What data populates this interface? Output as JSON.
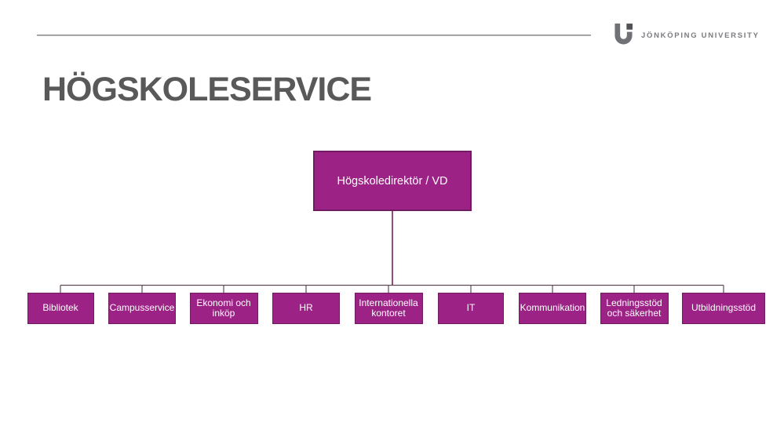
{
  "header": {
    "logo_text": "JÖNKÖPING UNIVERSITY",
    "logo_icon": "ju-monogram-icon"
  },
  "page_title": "HÖGSKOLESERVICE",
  "org_chart": {
    "root": {
      "label": "Högskoledirektör / VD"
    },
    "children": [
      {
        "label": "Bibliotek"
      },
      {
        "label": "Campusservice"
      },
      {
        "label": "Ekonomi och inköp"
      },
      {
        "label": "HR"
      },
      {
        "label": "Internationella kontoret"
      },
      {
        "label": "IT"
      },
      {
        "label": "Kommunikation"
      },
      {
        "label": "Ledningsstöd och säkerhet"
      },
      {
        "label": "Utbildningsstöd"
      }
    ]
  },
  "colors": {
    "box_fill": "#9C2285",
    "box_border": "#701B62",
    "root_connector": "#76205F",
    "connector": "#5F4A59",
    "title_text": "#595959",
    "logo_gray": "#7B7C7F"
  }
}
